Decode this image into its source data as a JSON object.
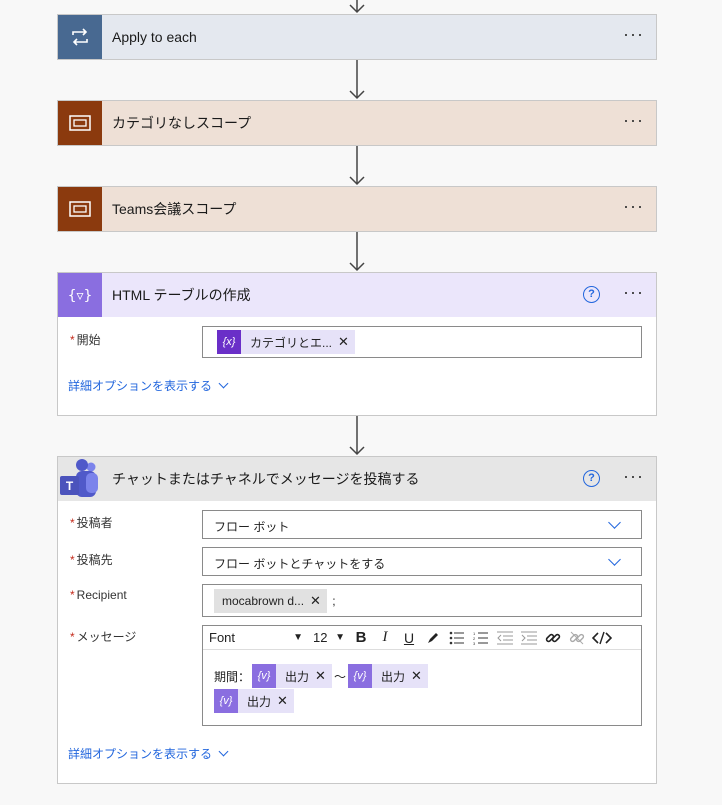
{
  "steps": [
    {
      "title": "Apply to each",
      "icon": "loop-icon"
    },
    {
      "title": "カテゴリなしスコープ",
      "icon": "scope-icon"
    },
    {
      "title": "Teams会議スコープ",
      "icon": "scope-icon"
    }
  ],
  "html_table": {
    "title": "HTML テーブルの作成",
    "help": "?",
    "more": "···",
    "from_label": "開始",
    "from_chip": "カテゴリとエ...",
    "chip_icon": "{x}",
    "advanced": "詳細オプションを表示する"
  },
  "teams": {
    "title": "チャットまたはチャネルでメッセージを投稿する",
    "help": "?",
    "more": "···",
    "post_as_label": "投稿者",
    "post_as_value": "フロー ボット",
    "post_in_label": "投稿先",
    "post_in_value": "フロー ボットとチャットをする",
    "recipient_label": "Recipient",
    "recipient_chip": "mocabrown d...",
    "recipient_sep": ";",
    "message_label": "メッセージ",
    "toolbar": {
      "font": "Font",
      "size": "12",
      "bold": "B",
      "italic": "I",
      "underline": "U"
    },
    "period_label": "期間：",
    "tilde": "〜",
    "chip_output": "出力",
    "chip_icon": "{v}",
    "advanced": "詳細オプションを表示する"
  },
  "more": "···",
  "required_mark": "*",
  "colors": {
    "loop": "#486991",
    "scope": "#8b3a0e",
    "scope_bg": "#eee0d6",
    "loop_bg": "#e4e8ef",
    "table_bg": "#ebe6fb",
    "var": "#6a2fc8",
    "link": "#2266dd"
  }
}
